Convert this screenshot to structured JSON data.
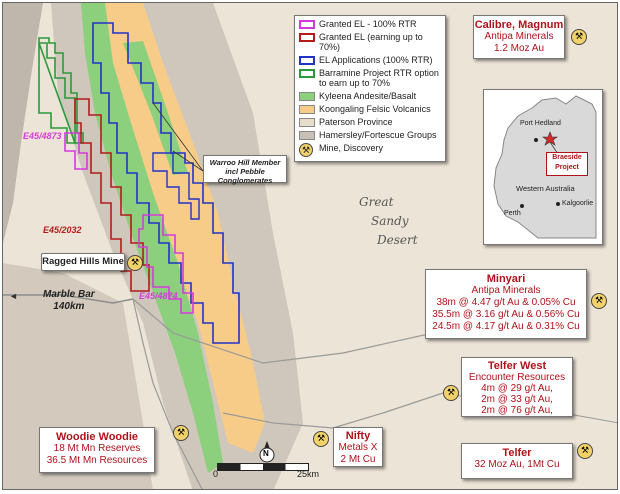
{
  "colors": {
    "granted_100": "#d63adf",
    "granted_70": "#b41c1c",
    "applications": "#2233c8",
    "barramine": "#2b9a3a",
    "andesite": "#8ccf7c",
    "felsic": "#f6cc88",
    "paterson": "#e8dccb",
    "hamersley": "#c8c0b4",
    "title_red": "#b0121b"
  },
  "legend": {
    "items": [
      {
        "label": "Granted EL - 100% RTR",
        "symbol": "outline",
        "color": "#d63adf"
      },
      {
        "label": "Granted EL (earning up to 70%)",
        "symbol": "outline",
        "color": "#b41c1c"
      },
      {
        "label": "EL Applications (100% RTR)",
        "symbol": "outline",
        "color": "#2233c8"
      },
      {
        "label": "Barramine Project RTR option to earn up to 70%",
        "symbol": "outline",
        "color": "#2b9a3a"
      },
      {
        "label": "Kyleena Andesite/Basalt",
        "symbol": "fill",
        "color": "#8ccf7c"
      },
      {
        "label": "Koongaling Felsic Volcanics",
        "symbol": "fill",
        "color": "#f6cc88"
      },
      {
        "label": "Paterson Province",
        "symbol": "fill",
        "color": "#e8dccb"
      },
      {
        "label": "Hamersley/Fortescue Groups",
        "symbol": "fill",
        "color": "#c8c0b4"
      },
      {
        "label": "Mine, Discovery",
        "symbol": "mine-icon",
        "color": "#f1d26a"
      }
    ]
  },
  "projects": {
    "calibre": {
      "title": "Calibre, Magnum",
      "lines": [
        "Antipa Minerals",
        "1.2 Moz Au"
      ]
    },
    "minyari": {
      "title": "Minyari",
      "lines": [
        "Antipa Minerals",
        "38m @ 4.47 g/t Au & 0.05% Cu",
        "35.5m @ 3.16 g/t Au & 0.56% Cu",
        "24.5m @ 4.17 g/t Au & 0.31% Cu"
      ]
    },
    "telfer_west": {
      "title": "Telfer West",
      "lines": [
        "Encounter Resources",
        "4m @ 29 g/t Au,",
        "2m @ 33 g/t Au,",
        "2m @ 76 g/t Au,"
      ]
    },
    "telfer": {
      "title": "Telfer",
      "lines": [
        "32 Moz Au, 1Mt Cu"
      ]
    },
    "woodie": {
      "title": "Woodie Woodie",
      "lines": [
        "18 Mt Mn Reserves",
        "36.5 Mt Mn Resources"
      ]
    },
    "nifty": {
      "title": "Nifty",
      "lines": [
        "Metals X",
        "2 Mt Cu"
      ]
    }
  },
  "labels": {
    "ragged_hills": "Ragged Hills Mine",
    "marble_bar_1": "Marble Bar",
    "marble_bar_2": "140km",
    "warroo": "Warroo Hill Member incl Pebble Conglomerates",
    "e45_4873": "E45/4873",
    "e45_2032": "E45/2032",
    "e45_4874": "E45/4874",
    "desert_1": "Great",
    "desert_2": "Sandy",
    "desert_3": "Desert"
  },
  "inset": {
    "port_hedland": "Port Hedland",
    "braeside_1": "Braeside",
    "braeside_2": "Project",
    "western_australia": "Western  Australia",
    "perth": "Perth",
    "kalgoorlie": "Kalgoorlie"
  },
  "scale_bar": {
    "start": "0",
    "end": "25km"
  },
  "north": "N"
}
